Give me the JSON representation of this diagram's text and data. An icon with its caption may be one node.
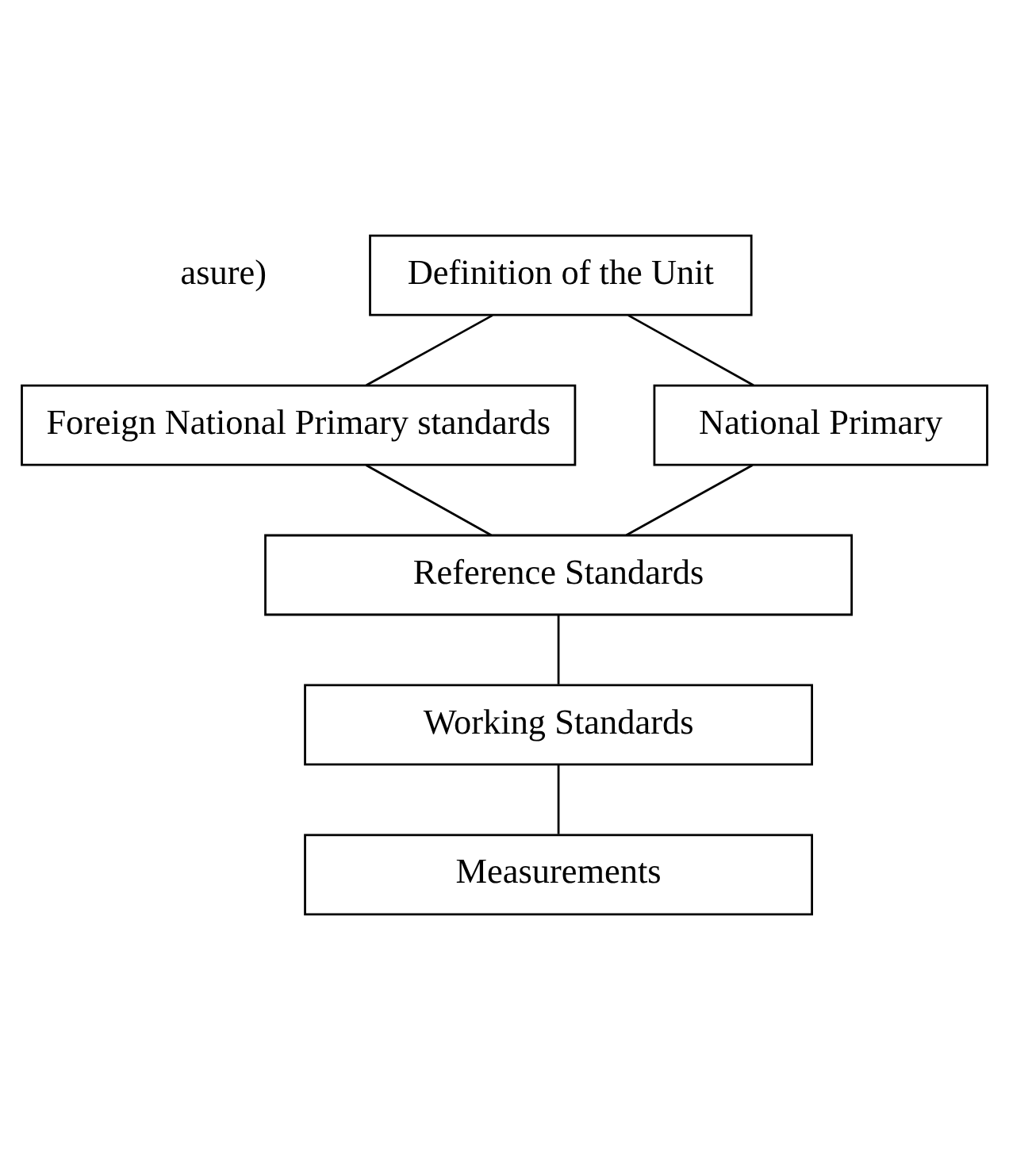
{
  "diagram": {
    "nodes": [
      {
        "text": [
          "Definition of the Unit"
        ]
      },
      {
        "text": [
          "Foreign National Primary standards"
        ]
      },
      {
        "text": [
          "National Primary"
        ]
      },
      {
        "text": [
          "Reference Standards"
        ]
      },
      {
        "text": [
          "Working Standards"
        ]
      },
      {
        "text": [
          "Measurements"
        ]
      }
    ],
    "edges": [
      {
        "from": 0,
        "to": 1,
        "arrow": "none"
      },
      {
        "from": 0,
        "to": 2,
        "arrow": "none"
      },
      {
        "from": 1,
        "to": 3,
        "arrow": "none"
      },
      {
        "from": 2,
        "to": 3,
        "arrow": "none"
      },
      {
        "from": 3,
        "to": 4,
        "arrow": "none"
      },
      {
        "from": 4,
        "to": 5,
        "arrow": "none"
      }
    ],
    "labels": [
      "asure)"
    ]
  }
}
